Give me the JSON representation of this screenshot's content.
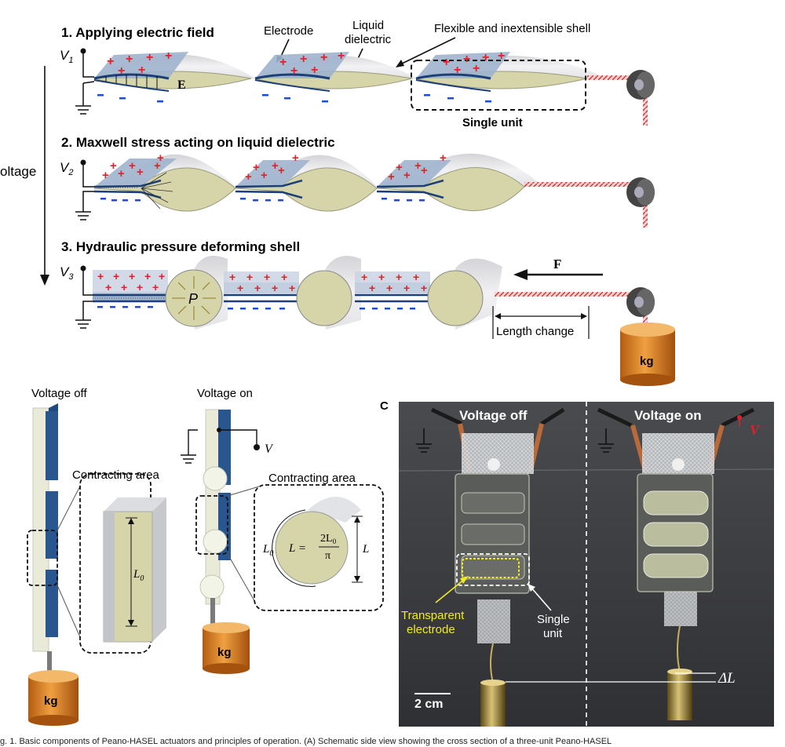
{
  "panel_a": {
    "step1": "1. Applying electric field",
    "step2": "2. Maxwell stress acting on liquid dielectric",
    "step3": "3. Hydraulic pressure deforming shell",
    "label_electrode": "Electrode",
    "label_liquid_1": "Liquid",
    "label_liquid_2": "dielectric",
    "label_shell": "Flexible and inextensible shell",
    "label_single_unit": "Single unit",
    "label_voltage": "oltage",
    "v1": "V",
    "v1_sub": "1",
    "v2": "V",
    "v2_sub": "2",
    "v3": "V",
    "v3_sub": "3",
    "field": "E",
    "pressure": "P",
    "force": "F",
    "length_change": "Length change",
    "kg": "kg"
  },
  "panel_b": {
    "voltage_off": "Voltage off",
    "voltage_on": "Voltage on",
    "contracting_area_1": "Contracting area",
    "contracting_area_2": "Contracting area",
    "l0": "L",
    "l0_sub": "0",
    "l": "L",
    "formula_lhs": "L =",
    "formula_num": "2L",
    "formula_num_sub": "0",
    "formula_den": "π",
    "v": "V",
    "kg_1": "kg",
    "kg_2": "kg"
  },
  "panel_c": {
    "letter": "C",
    "voltage_off": "Voltage off",
    "voltage_on": "Voltage on",
    "v": "V",
    "transparent_1": "Transparent",
    "transparent_2": "electrode",
    "single_1": "Single",
    "single_2": "unit",
    "delta_l": "ΔL",
    "scale": "2 cm"
  },
  "caption": "g. 1. Basic components of Peano-HASEL actuators and principles of operation. (A) Schematic side view showing the cross section of a three-unit Peano-HASEL",
  "colors": {
    "dielectric": "#d6d5a9",
    "electrode": "#1c3f78",
    "electrode_plate": "#9fb4cd",
    "plus": "#e0202a",
    "minus": "#1f4fc8",
    "shell": "#e6e6e8",
    "copper": "#d77a23",
    "photo_bg": "#3a3b3d"
  }
}
